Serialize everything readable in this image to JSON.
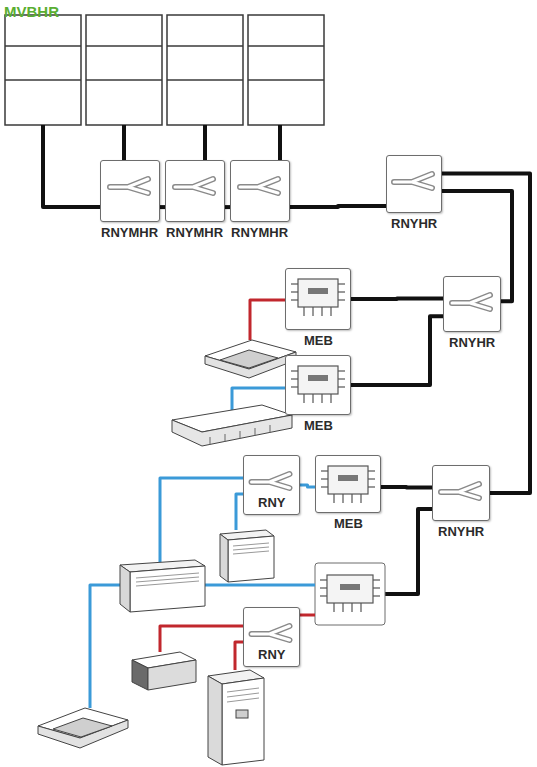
{
  "diagram": {
    "title": "MVBHR",
    "nodes": [
      {
        "text": [
          "RNYMHR"
        ]
      },
      {
        "text": [
          "RNYMHR"
        ]
      },
      {
        "text": [
          "RNYMHR"
        ]
      },
      {
        "text": [
          "RNYHR"
        ]
      },
      {
        "text": [
          "MEB"
        ]
      },
      {
        "text": [
          "RNYHR"
        ]
      },
      {
        "text": [
          "MEB"
        ]
      },
      {
        "text": [
          "RNY"
        ]
      },
      {
        "text": [
          "MEB"
        ]
      },
      {
        "text": [
          "RNYHR"
        ]
      },
      {
        "text": [
          "RNY"
        ]
      }
    ],
    "edges": [
      {
        "from": 0,
        "to": 1,
        "arrow": "none"
      },
      {
        "from": 1,
        "to": 2,
        "arrow": "none"
      },
      {
        "from": 2,
        "to": 3,
        "arrow": "none"
      },
      {
        "from": 3,
        "to": 5,
        "arrow": "none"
      },
      {
        "from": 3,
        "to": 9,
        "arrow": "none"
      },
      {
        "from": 5,
        "to": 4,
        "arrow": "none"
      },
      {
        "from": 5,
        "to": 6,
        "arrow": "none"
      },
      {
        "from": 9,
        "to": 8,
        "arrow": "none"
      },
      {
        "from": 8,
        "to": 7,
        "arrow": "none"
      }
    ]
  }
}
